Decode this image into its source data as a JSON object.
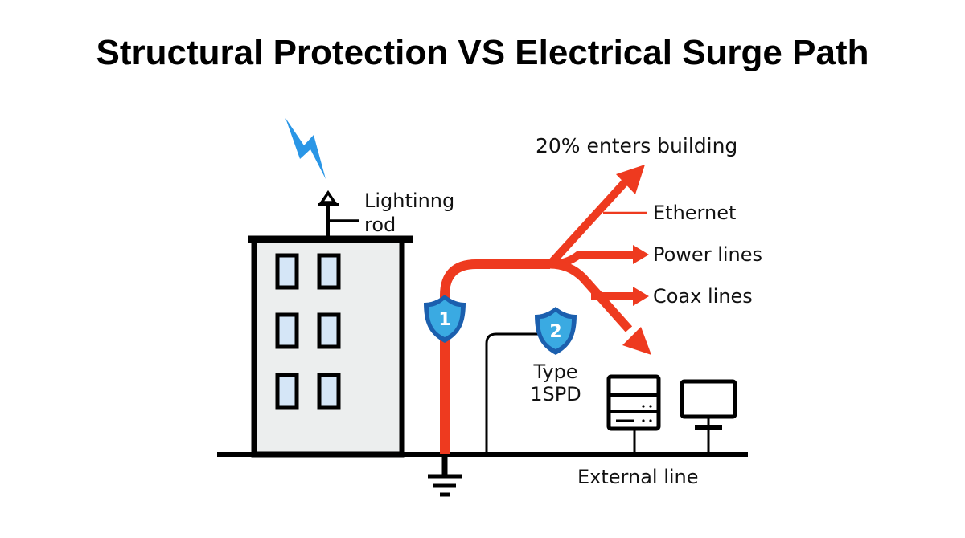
{
  "title": "Structural Protection VS Electrical Surge Path",
  "labels": {
    "rod_line1": "Lightinng",
    "rod_line2": "rod",
    "enters": "20% enters building",
    "ethernet": "Ethernet",
    "power": "Power lines",
    "coax": "Coax lines",
    "spd_line1": "Type",
    "spd_line2": "1SPD",
    "external": "External line"
  },
  "shields": [
    {
      "number": "1"
    },
    {
      "number": "2"
    }
  ],
  "colors": {
    "surge": "#ee3a1f",
    "bolt": "#2a96e6",
    "shield_outer": "#1b5fae",
    "shield_inner": "#3aaae2",
    "building": "#eceeee",
    "window": "#d5e6f7"
  }
}
